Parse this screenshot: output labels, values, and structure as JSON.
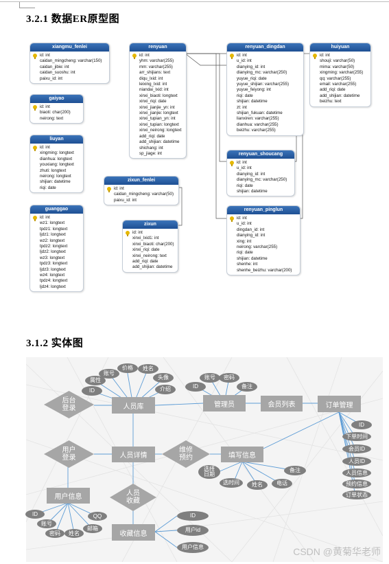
{
  "section1": {
    "title": "3.2.1 数据ER原型图"
  },
  "section2": {
    "title": "3.1.2 实体图"
  },
  "tables": {
    "xiangmu_fenlei": {
      "name": "xiangmu_fenlei",
      "fields": [
        "id: int",
        "caidan_mingcheng: varchar(150)",
        "caidan_jibie: int",
        "caidan_suoshu: int",
        "paixu_id: int"
      ]
    },
    "gaiyao": {
      "name": "gaiyao",
      "fields": [
        "id: int",
        "biaoti: char(200)",
        "neirong: text"
      ]
    },
    "liuyan": {
      "name": "liuyan",
      "fields": [
        "id: int",
        "xingming: longtext",
        "dianhua: longtext",
        "youxiang: longtext",
        "zhuti: longtext",
        "neirong: longtext",
        "shijian: datetime",
        "riqi: date"
      ]
    },
    "guanggao": {
      "name": "guanggao",
      "fields": [
        "id: int",
        "wz1: longtext",
        "tpdz1: longtext",
        "ljdz1: longtext",
        "wz2: longtext",
        "tpdz2: longtext",
        "ljdz2: longtext",
        "wz3: longtext",
        "tpdz3: longtext",
        "ljdz3: longtext",
        "wz4: longtext",
        "tpdz4: longtext",
        "ljdz4: longtext"
      ]
    },
    "renyuan": {
      "name": "renyuan",
      "fields": [
        "id: int",
        "yhm: varchar(255)",
        "mm: varchar(255)",
        "arr_shijians: text",
        "diqu_lxid: int",
        "leixing_lxid: int",
        "niandai_lxid: int",
        "xinxi_biaoti: longtext",
        "xinxi_riqi: date",
        "xinxi_jianjie_yn: int",
        "xinxi_jianjie: longtext",
        "xinxi_tupian_yn: int",
        "xinxi_tupian: longtext",
        "xinxi_neirong: longtext",
        "add_riqi: date",
        "add_shijian: datetime",
        "shichang: int",
        "sp_jiage: int"
      ]
    },
    "zixun_fenlei": {
      "name": "zixun_fenlei",
      "fields": [
        "id: int",
        "caidan_mingcheng: varchar(50)",
        "paixu_id: int"
      ]
    },
    "zixun": {
      "name": "zixun",
      "fields": [
        "id: int",
        "xinxi_lxid1: int",
        "xinxi_biaoti: char(200)",
        "xinxi_riqi: date",
        "xinxi_neirong: text",
        "add_riqi: date",
        "add_shijian: datetime"
      ]
    },
    "renyuan_dingdan": {
      "name": "renyuan_dingdan",
      "fields": [
        "id: int",
        "u_id: int",
        "dianying_id: int",
        "dianying_mc: varchar(250)",
        "yuyue_riqi: date",
        "yuyue_shijian: varchar(255)",
        "yuyue_feiyong: int",
        "riqi: date",
        "shijian: datetime",
        "zt: int",
        "shijian_fukuan: datetime",
        "lianxiren: varchar(255)",
        "dianhua: varchar(255)",
        "beizhu: varchar(255)"
      ]
    },
    "renyuan_shoucang": {
      "name": "renyuan_shoucang",
      "fields": [
        "id: int",
        "u_id: int",
        "dianying_id: int",
        "dianying_mc: varchar(250)",
        "riqi: date",
        "shijian: datetime"
      ]
    },
    "renyuan_pinglun": {
      "name": "renyuan_pinglun",
      "fields": [
        "id: int",
        "u_id: int",
        "dingdan_id: int",
        "dianying_id: int",
        "xing: int",
        "neirong: varchar(255)",
        "riqi: date",
        "shijian: datetime",
        "shenhe: int",
        "shenhe_beizhu: varchar(200)"
      ]
    },
    "huiyuan": {
      "name": "huiyuan",
      "fields": [
        "id: int",
        "shouji: varchar(50)",
        "mima: varchar(50)",
        "xingming: varchar(255)",
        "qq: varchar(255)",
        "email: varchar(255)",
        "add_riqi: date",
        "add_shijian: datetime",
        "beizhu: text"
      ]
    }
  },
  "entity": {
    "rects": {
      "renyuanku": "人员库",
      "guanliyuan": "管理员",
      "huiyuan_liebiao": "会员列表",
      "dingdan_guanli": "订单管理",
      "renyuan_xiangqing": "人员详情",
      "tianxie_xinxi": "填写信息",
      "yonghu_xinxi": "用户信息",
      "shoucang_xinxi": "收藏信息"
    },
    "diamonds": {
      "houtai_denglu": "后台\n登录",
      "yonghu_denglu": "用户\n登录",
      "weixiu_yuyue": "维修\n预约",
      "renyuan_shoucang": "人员\n收藏"
    },
    "attrs": {
      "ry_zhanghao": "账号",
      "ry_jiage": "价格",
      "ry_xingming": "姓名",
      "ry_shuxing": "属性",
      "ry_touxiang": "头像",
      "ry_id": "ID",
      "ry_jieshao": "介绍",
      "gl_zhanghao": "账号",
      "gl_mima": "密码",
      "gl_id": "ID",
      "gl_beizhu": "备注",
      "dd_id": "ID",
      "dd_xiadan": "下单时间",
      "dd_huiyuanid": "会员ID",
      "dd_renyuanid": "人员ID",
      "dd_renyuanxinxi": "人员信息",
      "dd_yuyuexinxi": "预约信息",
      "dd_zhuangtai": "订单状态",
      "tx_xuanze": "选择\n日期",
      "tx_beizhu": "备注",
      "tx_shijian": "选时间",
      "tx_xingming": "姓名",
      "tx_dianhua": "电话",
      "yh_id": "ID",
      "yh_qq": "QQ",
      "yh_zhanghao": "账号",
      "yh_youxiang": "邮箱",
      "yh_mima": "密码",
      "yh_xingming": "姓名",
      "sc_id": "ID",
      "sc_yonghuid": "用户id",
      "sc_yonghuxinxi": "用户信息"
    }
  },
  "watermark": "CSDN @黄菊华老师"
}
